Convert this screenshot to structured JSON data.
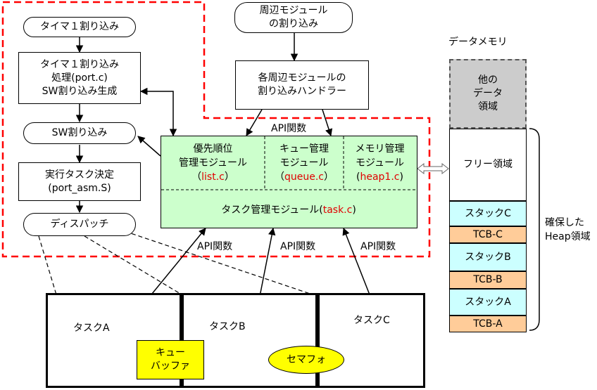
{
  "interrupt": {
    "timer1_irq": "タイマ１割り込み",
    "timer1_handler": [
      "タイマ１割り込み",
      "処理(port.c)",
      "SW割り込み生成"
    ],
    "sw_irq": "SW割り込み",
    "exec_task": [
      "実行タスク決定",
      "(port_asm.S)"
    ],
    "dispatch": "ディスパッチ"
  },
  "peripheral": {
    "irq": [
      "周辺モジュール",
      "の割り込み"
    ],
    "handler": [
      "各周辺モジュールの",
      "割り込みハンドラー"
    ]
  },
  "api": {
    "header": "API関数",
    "list_module": [
      "優先順位",
      "管理モジュール"
    ],
    "list_file": "list.c",
    "queue_module": [
      "キュー管理",
      "モジュール"
    ],
    "queue_file": "queue.c",
    "heap_module": [
      "メモリ管理",
      "モジュール"
    ],
    "heap_file": "heap1.c",
    "task_module": "タスク管理モジュール",
    "task_file": "task.c",
    "api_label_1": "API関数",
    "api_label_2": "API関数",
    "api_label_3": "API関数",
    "paren_open": "（",
    "paren_close": "）",
    "paren_open_2": "(",
    "paren_close_2": ")"
  },
  "tasks": {
    "a": "タスクA",
    "b": "タスクB",
    "c": "タスクC",
    "queue_buffer": [
      "キュー",
      "バッファ"
    ],
    "semaphore": "セマフォ"
  },
  "memory": {
    "title": "データメモリ",
    "other": [
      "他の",
      "データ",
      "領域"
    ],
    "free": "フリー領域",
    "stack_c": "スタックC",
    "tcb_c": "TCB-C",
    "stack_b": "スタックB",
    "tcb_b": "TCB-B",
    "stack_a": "スタックA",
    "tcb_a": "TCB-A",
    "heap_label": [
      "確保した",
      "Heap領域"
    ]
  },
  "colors": {
    "red_dashed": "#ff0000",
    "api_green": "#ccffcc",
    "other_gray": "#cccccc",
    "stack_cyan": "#ccffff",
    "tcb_orange": "#ffcc99",
    "buffer_yellow": "#ffff00",
    "filename_red": "#e00000"
  }
}
